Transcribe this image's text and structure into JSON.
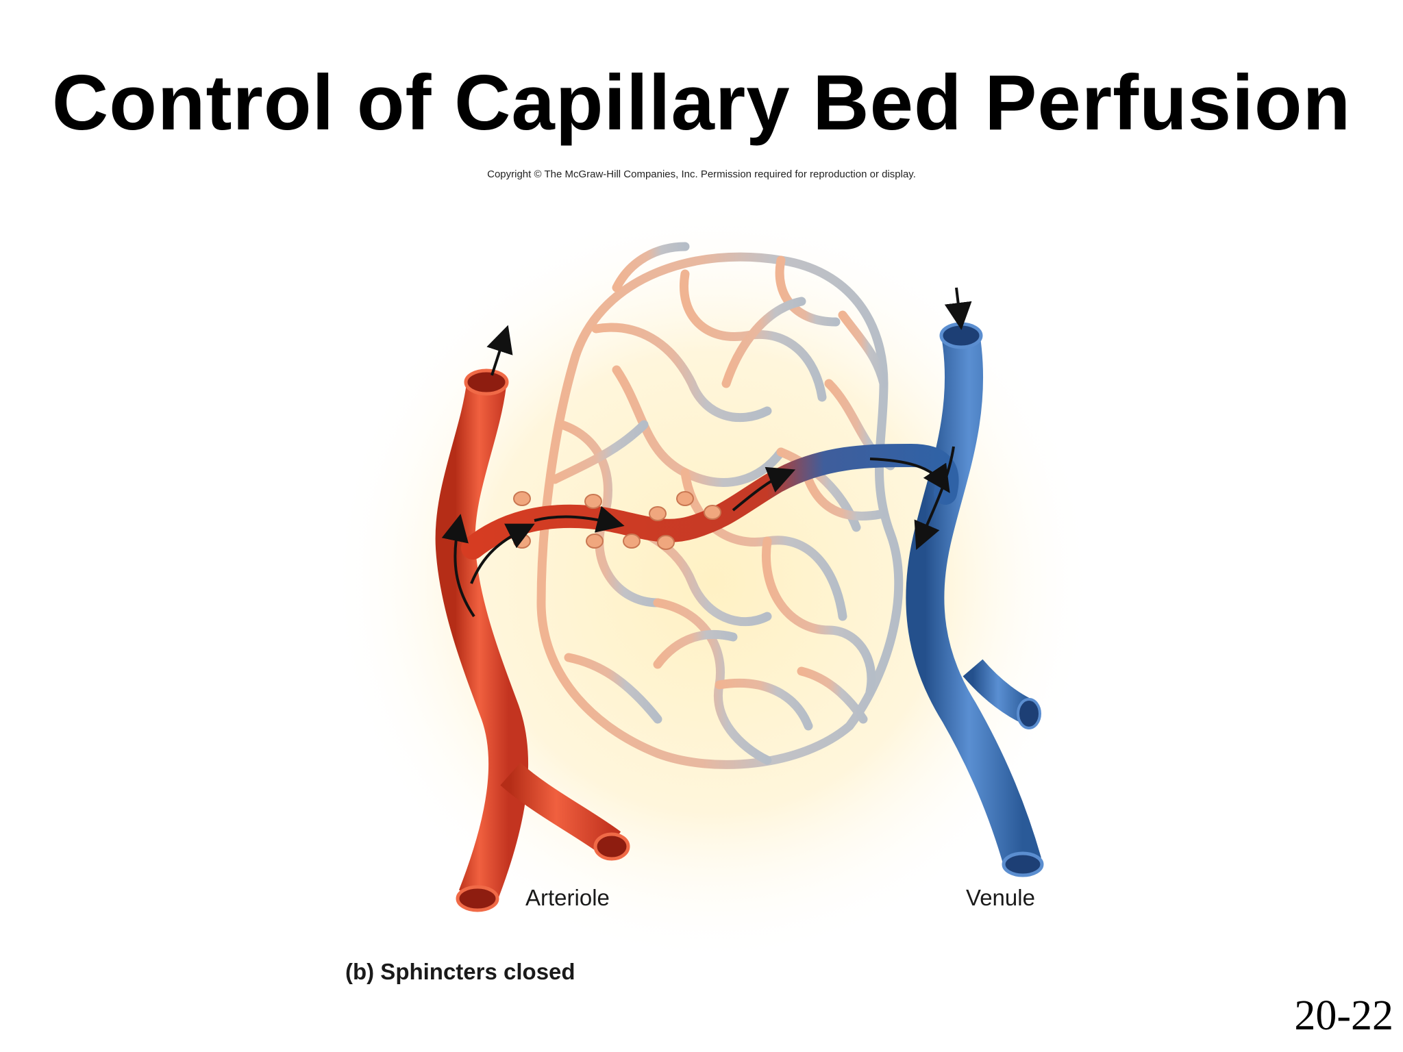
{
  "slide": {
    "title": "Control of Capillary Bed Perfusion",
    "copyright": "Copyright © The McGraw-Hill Companies, Inc. Permission required for reproduction or display.",
    "slide_number": "20-22"
  },
  "figure": {
    "labels": {
      "arteriole": "Arteriole",
      "venule": "Venule"
    },
    "caption": "(b) Sphincters closed"
  },
  "colors": {
    "arteriole": "#d63c22",
    "arteriole_light": "#f06a47",
    "venule": "#2f62a6",
    "venule_light": "#5b8ed0",
    "capillary_arterial": "#f0b492",
    "capillary_venous": "#b9c0c8",
    "sphincter": "#f0a77e",
    "glow": "#fff1c4",
    "text": "#000000"
  },
  "icons": {
    "flow": "flow-arrow-icon"
  }
}
